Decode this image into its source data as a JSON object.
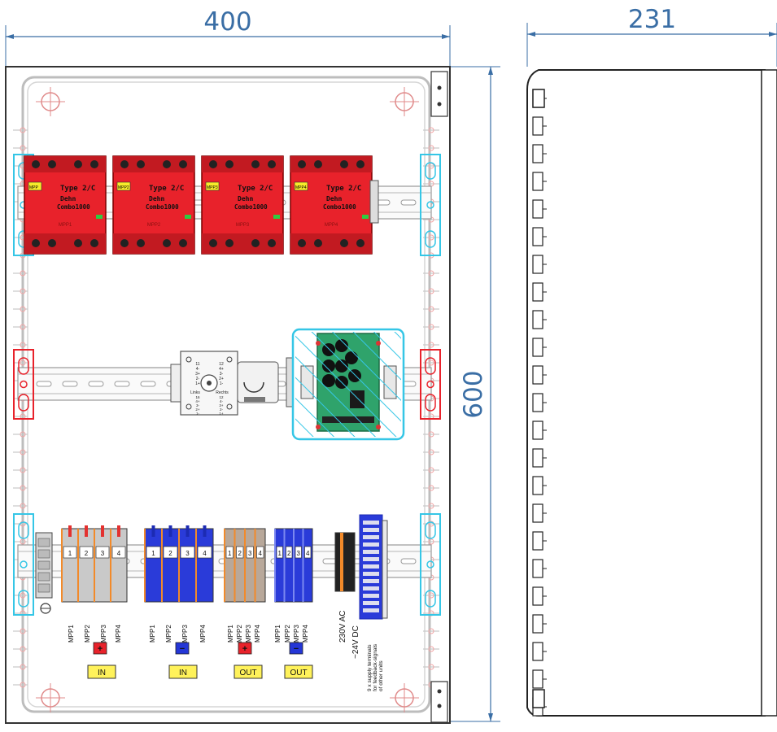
{
  "dimensions": {
    "width": "400",
    "depth": "231",
    "height": "600"
  },
  "spd_modules": [
    {
      "type_line1": "Type 2/C",
      "type_line2": "Dehn",
      "type_line3": "Combo1000",
      "mpp": "MPP1",
      "tag": "MPP"
    },
    {
      "type_line1": "Type 2/C",
      "type_line2": "Dehn",
      "type_line3": "Combo1000",
      "mpp": "MPP2",
      "tag": "MPP2"
    },
    {
      "type_line1": "Type 2/C",
      "type_line2": "Dehn",
      "type_line3": "Combo1000",
      "mpp": "MPP3",
      "tag": "MPP3"
    },
    {
      "type_line1": "Type 2/C",
      "type_line2": "Dehn",
      "type_line3": "Combo1000",
      "mpp": "MPP4",
      "tag": "MPP4"
    }
  ],
  "switch_labels": {
    "top_left": [
      "11",
      "4-",
      "3+",
      "2-",
      "1+"
    ],
    "top_right": [
      "12",
      "4+",
      "3-",
      "2+",
      "1-"
    ],
    "word_left": "Links",
    "word_right": "Rechts",
    "bottom_left": [
      "16",
      "4+",
      "3-",
      "2+",
      "1-"
    ],
    "bottom_right": [
      "12",
      "4-",
      "3+",
      "2-",
      "1+"
    ]
  },
  "terminal_groups": [
    {
      "kind": "grey-red",
      "numbers": [
        "1",
        "2",
        "3",
        "4"
      ],
      "labels": [
        "MPP1",
        "MPP2",
        "MPP3",
        "MPP4"
      ],
      "badge": "+",
      "sign": "IN",
      "badge_color": "#e8222b"
    },
    {
      "kind": "blue",
      "numbers": [
        "1",
        "2",
        "3",
        "4"
      ],
      "labels": [
        "MPP1",
        "MPP2",
        "MPP3",
        "MPP4"
      ],
      "badge": "−",
      "sign": "IN",
      "badge_color": "#2436d6"
    },
    {
      "kind": "grey-orange",
      "numbers": [
        "1",
        "2",
        "3",
        "4"
      ],
      "labels": [
        "MPP1",
        "MPP2",
        "MPP3",
        "MPP4"
      ],
      "badge": "+",
      "sign": "OUT",
      "badge_color": "#e8222b"
    },
    {
      "kind": "blue-dark",
      "numbers": [
        "1",
        "2",
        "3",
        "4"
      ],
      "labels": [
        "MPP1",
        "MPP2",
        "MPP3",
        "MPP4"
      ],
      "badge": "−",
      "sign": "OUT",
      "badge_color": "#2436d6"
    }
  ],
  "supply_labels": {
    "ac": "230V AC",
    "dc": "~24V DC"
  },
  "supply_note": [
    "9 x supply terminals",
    "for feedback-signals",
    "of other units"
  ],
  "colors": {
    "dimension": "#3a6ea5",
    "spd_red": "#e8222b",
    "terminal_blue": "#2a3bd9",
    "cyan": "#35c6e6",
    "pcb_green": "#2fa36b",
    "sign_yellow": "#fff25a"
  }
}
